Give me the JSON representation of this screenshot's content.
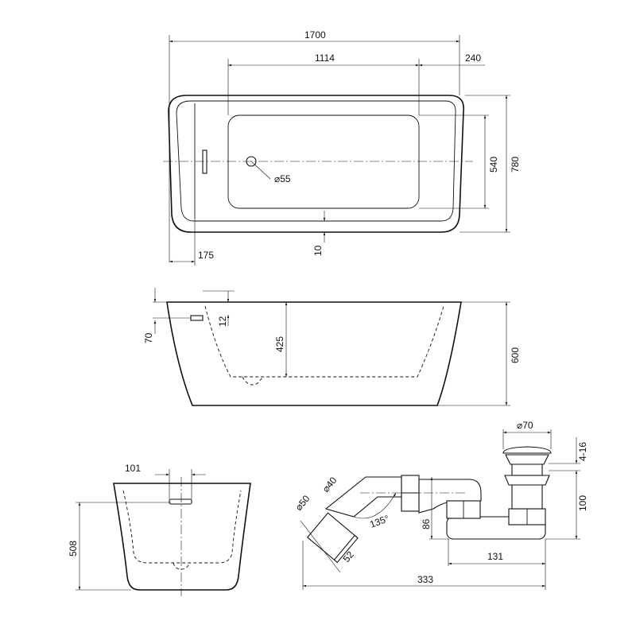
{
  "top_view": {
    "overall_length": "1700",
    "basin_length": "1114",
    "end_offset": "240",
    "basin_width": "540",
    "overall_width": "780",
    "drain_diameter": "⌀55",
    "headrest_offset": "175",
    "rim_gap": "10"
  },
  "side_view": {
    "overflow_height": "70",
    "overflow_offset": "12",
    "inner_depth": "425",
    "overall_height": "600"
  },
  "end_view": {
    "overflow_width": "101",
    "height": "508"
  },
  "siphon": {
    "outlet_inner_diameter": "⌀40",
    "outlet_outer_diameter": "⌀50",
    "angle": "135°",
    "outlet_length": "52",
    "trap_height": "86",
    "plug_diameter": "⌀70",
    "plug_lift": "4-16",
    "waste_height": "100",
    "trap_length": "131",
    "overall_length": "333"
  }
}
